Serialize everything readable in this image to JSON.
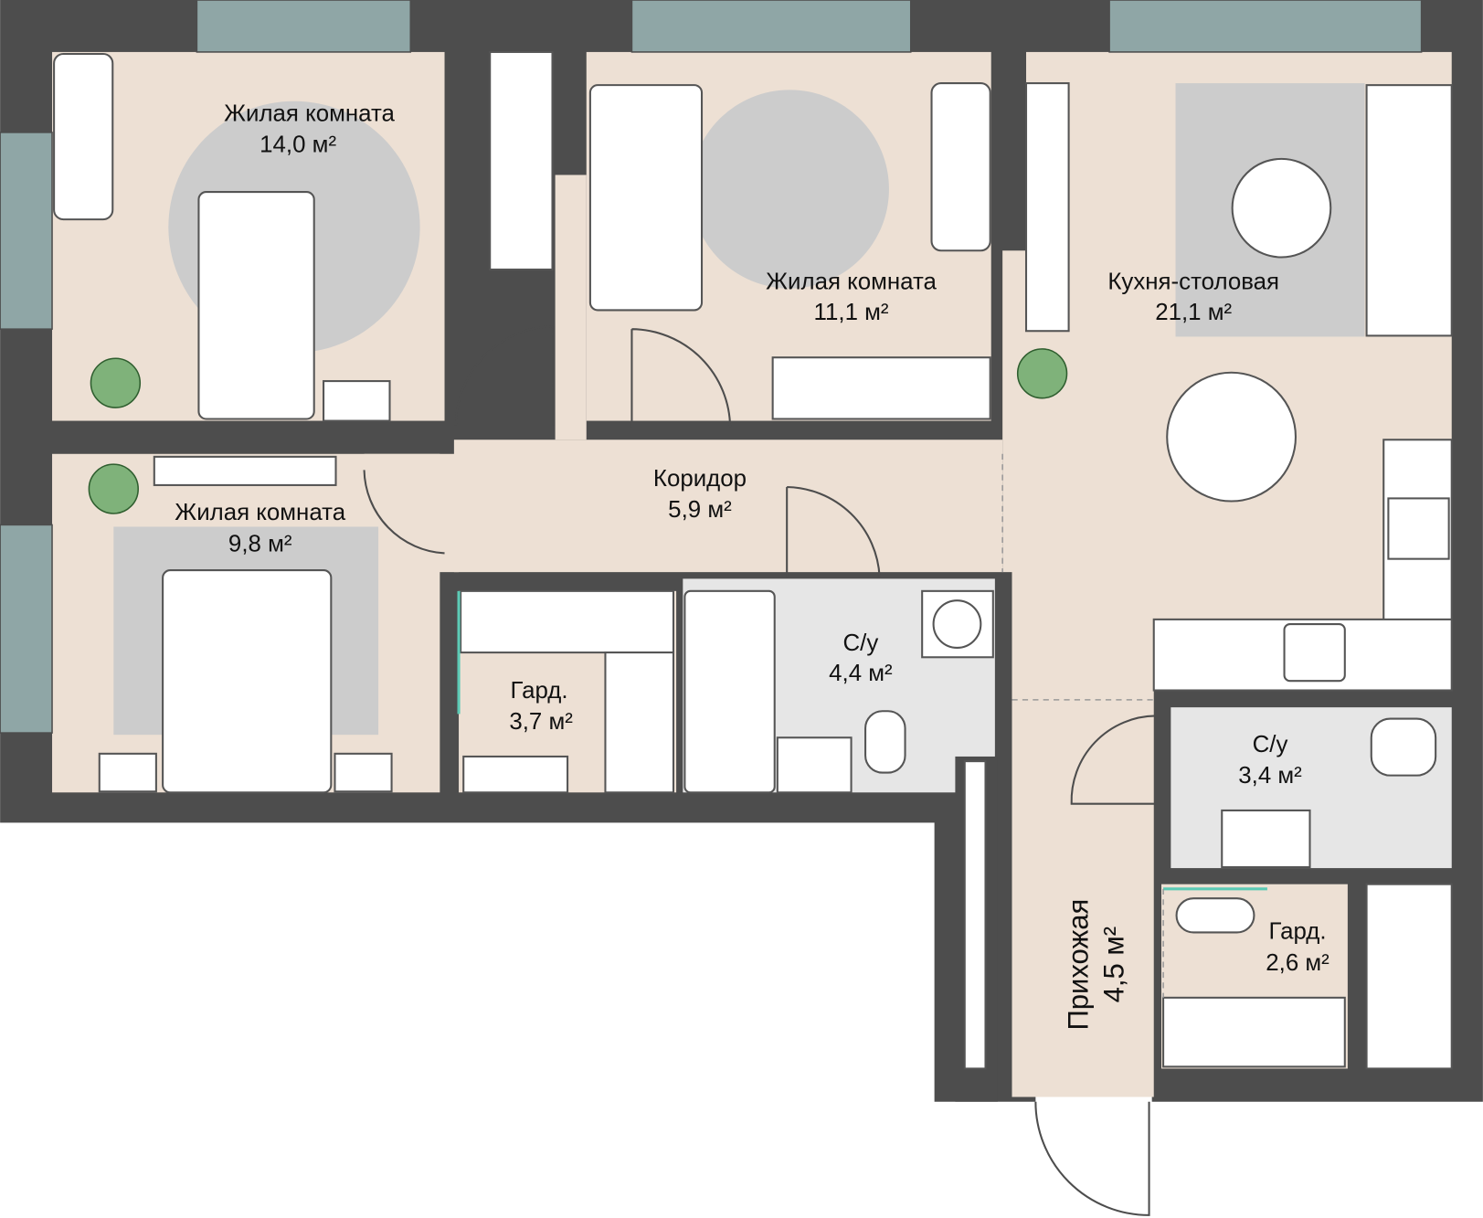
{
  "rooms": {
    "bedroom1": {
      "name": "Жилая комната",
      "area": "14,0 м²"
    },
    "bedroom2": {
      "name": "Жилая комната",
      "area": "11,1 м²"
    },
    "kitchen": {
      "name": "Кухня-столовая",
      "area": "21,1 м²"
    },
    "bedroom3": {
      "name": "Жилая комната",
      "area": "9,8 м²"
    },
    "corridor": {
      "name": "Коридор",
      "area": "5,9 м²"
    },
    "wardrobe1": {
      "name": "Гард.",
      "area": "3,7 м²"
    },
    "bathroom1": {
      "name": "С/у",
      "area": "4,4 м²"
    },
    "bathroom2": {
      "name": "С/у",
      "area": "3,4 м²"
    },
    "wardrobe2": {
      "name": "Гард.",
      "area": "2,6 м²"
    },
    "hallway": {
      "name": "Прихожая",
      "area": "4,5 м²"
    }
  },
  "colors": {
    "wall": "#4d4d4d",
    "floor": "#ede0d4",
    "window": "#8fa6a6",
    "rug": "#cccccc",
    "tile": "#e6e6e6"
  }
}
